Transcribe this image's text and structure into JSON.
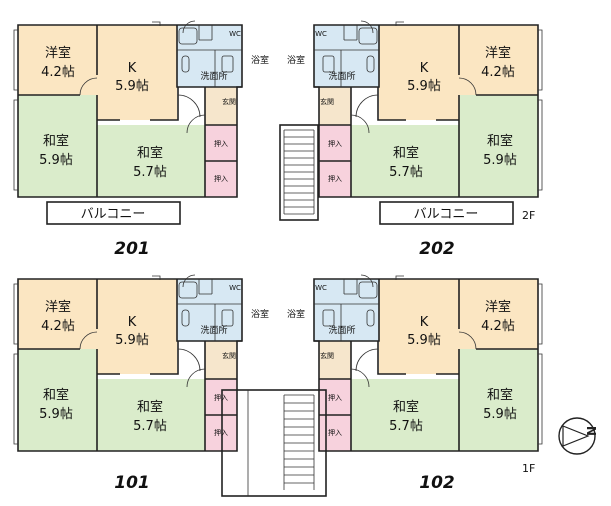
{
  "colors": {
    "yoshitsu": "#fbe6c2",
    "kitchen": "#fbe6c2",
    "washitsu": "#daeccb",
    "wet": "#d7e8f3",
    "genkan": "#f6e6cc",
    "oshiire": "#f7d2dd"
  },
  "labels": {
    "yoshitsu": "洋室",
    "yoshitsu_size": "4.2帖",
    "kitchen": "K",
    "kitchen_size": "5.9帖",
    "washitsu": "和室",
    "washitsu_large_size": "5.9帖",
    "washitsu_small_size": "5.7帖",
    "bath": "浴室",
    "washroom": "洗面所",
    "toilet": "WC",
    "genkan": "玄関",
    "oshiire": "押入",
    "balcony": "バルコニー"
  },
  "units": {
    "u201": "201",
    "u202": "202",
    "u101": "101",
    "u102": "102"
  },
  "floors": {
    "second": "2F",
    "first": "1F"
  },
  "compass": "N"
}
